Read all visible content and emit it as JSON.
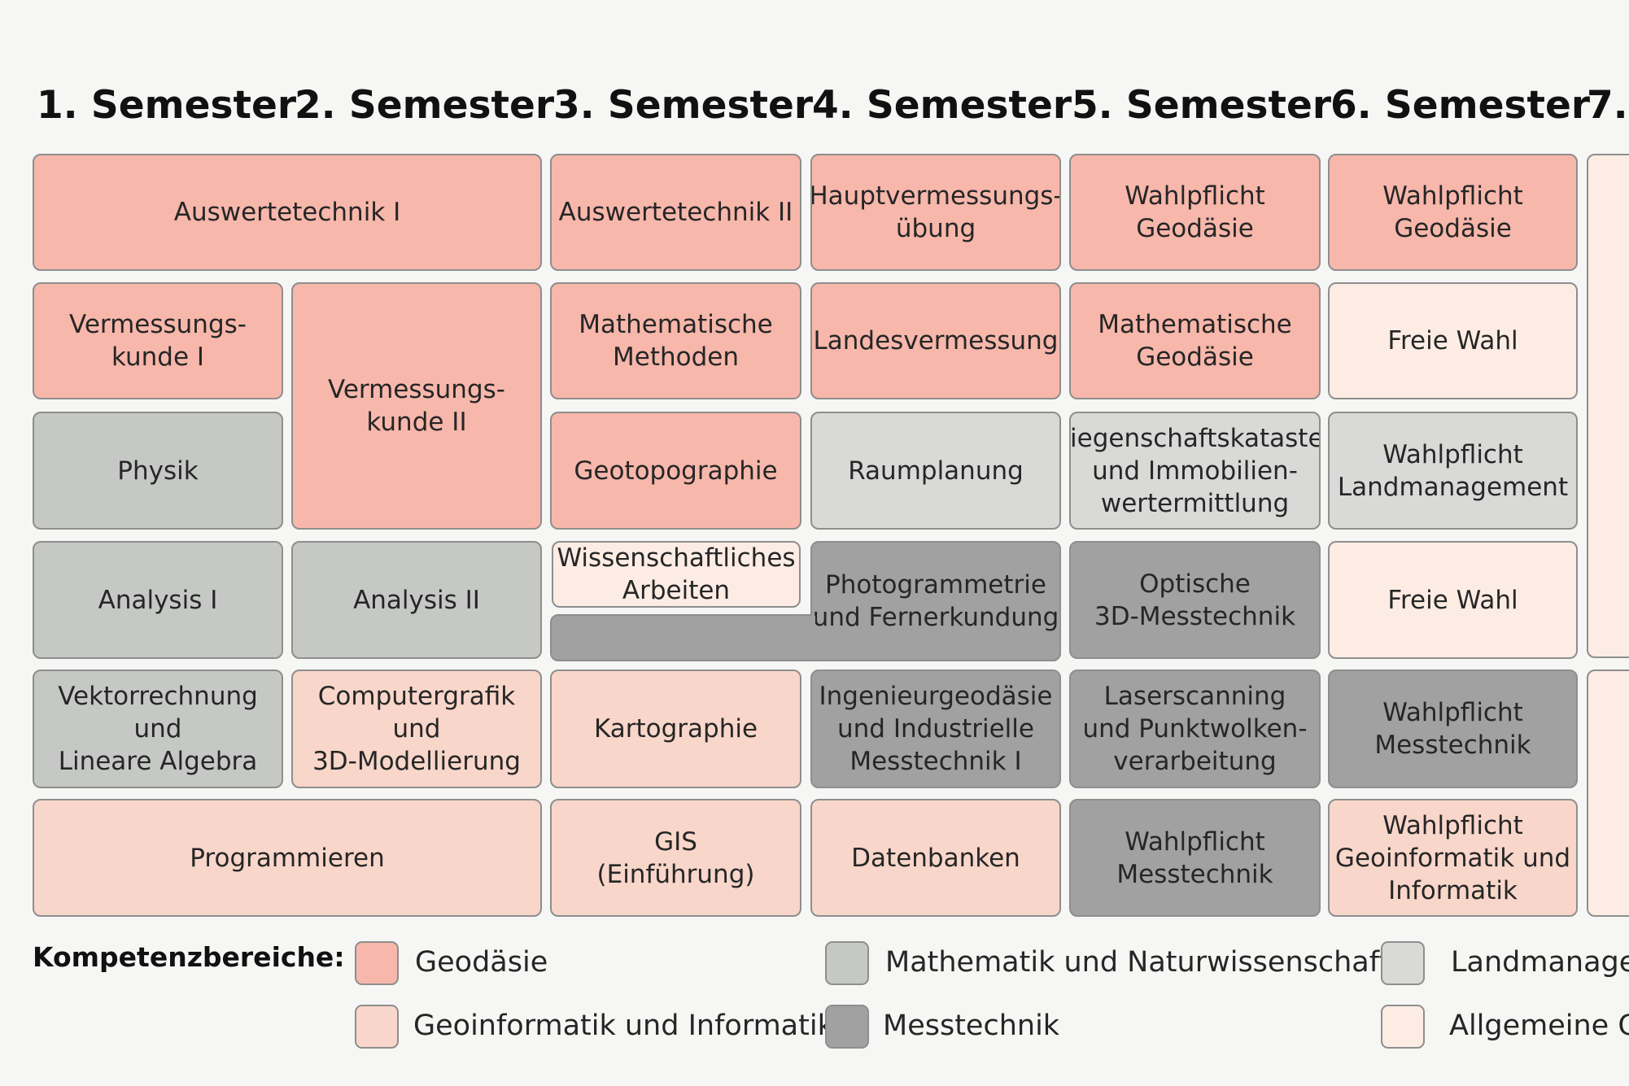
{
  "semesters": [
    "1. Semester",
    "2. Semester",
    "3. Semester",
    "4. Semester",
    "5. Semester",
    "6. Semester",
    "7."
  ],
  "modules": {
    "auswertetechnik_1": "Auswertetechnik I",
    "auswertetechnik_2": "Auswertetechnik II",
    "hauptvermessungsuebung": "Hauptvermessungs-\nübung",
    "wahlpflicht_geodaesie_5": "Wahlpflicht\nGeodäsie",
    "wahlpflicht_geodaesie_6": "Wahlpflicht\nGeodäsie",
    "vermessungskunde_1": "Vermessungs-\nkunde I",
    "vermessungskunde_2": "Vermessungs-\nkunde II",
    "mathematische_methoden": "Mathematische\nMethoden",
    "landesvermessung": "Landesvermessung",
    "mathematische_geodaesie": "Mathematische\nGeodäsie",
    "freie_wahl_1": "Freie Wahl",
    "physik": "Physik",
    "geotopographie": "Geotopographie",
    "raumplanung": "Raumplanung",
    "liegenschaftskataster": "Liegenschaftskataster\nund Immobilien-\nwertermittlung",
    "wahlpflicht_landmanagement": "Wahlpflicht\nLandmanagement",
    "analysis_1": "Analysis I",
    "analysis_2": "Analysis II",
    "wissenschaftliches_arbeiten": "Wissenschaftliches\nArbeiten",
    "photogrammetrie": "Photogrammetrie\nund Fernerkundung",
    "optische_messtechnik": "Optische\n3D-Messtechnik",
    "freie_wahl_2": "Freie Wahl",
    "vektorrechnung": "Vektorrechnung\nund\nLineare Algebra",
    "computergrafik": "Computergrafik\nund\n3D-Modellierung",
    "kartographie": "Kartographie",
    "ingenieurgeodaesie": "Ingenieurgeodäsie\nund Industrielle\nMesstechnik I",
    "laserscanning": "Laserscanning\nund Punktwolken-\nverarbeitung",
    "wahlpflicht_messtechnik_6": "Wahlpflicht\nMesstechnik",
    "programmieren": "Programmieren",
    "gis": "GIS\n(Einführung)",
    "datenbanken": "Datenbanken",
    "wahlpflicht_messtechnik_5": "Wahlpflicht\nMesstechnik",
    "wahlpflicht_geoinformatik": "Wahlpflicht\nGeoinformatik und\nInformatik"
  },
  "legend": {
    "title": "Kompetenzbereiche:",
    "items": [
      {
        "label": "Geodäsie",
        "color": "#f7b7ab"
      },
      {
        "label": "Geoinformatik und Informatik",
        "color": "#f8d6ca"
      },
      {
        "label": "Mathematik und Naturwissenschaften",
        "color": "#c6c8c6"
      },
      {
        "label": "Messtechnik",
        "color": "#a0a1a0"
      },
      {
        "label": "Landmanagem",
        "color": "#d9dad8"
      },
      {
        "label": "Allgemeine Qu",
        "color": "#fdece4"
      }
    ]
  }
}
